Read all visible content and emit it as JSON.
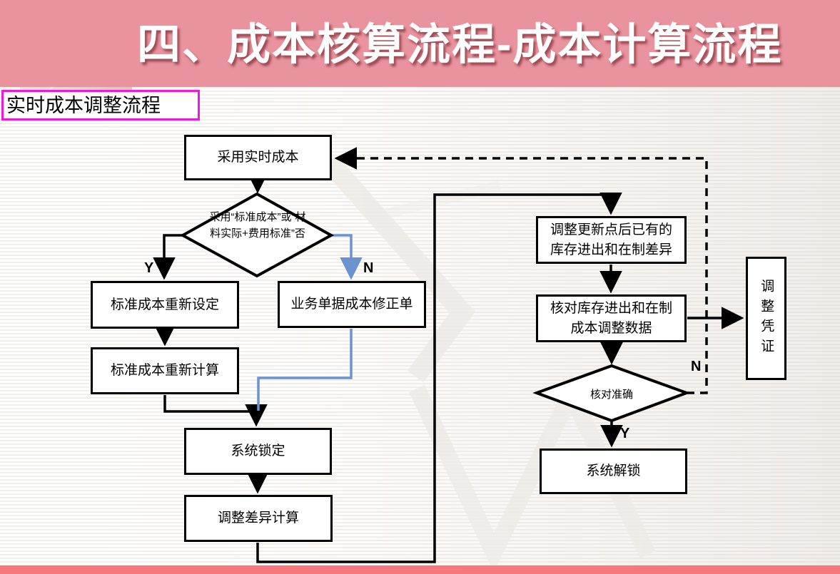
{
  "slide": {
    "title": "四、成本核算流程-成本计算流程",
    "section_label": "实时成本调整流程"
  },
  "flowchart": {
    "start": "采用实时成本",
    "decision_cost_type": "采用“标准成本”或“材料实际+费用标准”否",
    "std_cost_reset": "标准成本重新设定",
    "std_cost_recalc": "标准成本重新计算",
    "doc_cost_fix": "业务单据成本修正单",
    "system_lock": "系统锁定",
    "adjust_diff_calc": "调整差异计算",
    "adjust_updated_stock": "调整更新点后已有的库存进出和在制差异",
    "verify_stock_data": "核对库存进出和在制成本调整数据",
    "decision_verify": "核对准确",
    "system_unlock": "系统解锁",
    "adjust_voucher": "调整凭证",
    "labels": {
      "yes_left": "Y",
      "no_right": "N",
      "no_loop": "N",
      "yes_down": "Y"
    }
  },
  "colors": {
    "header_pink": "#e8939d",
    "accent_red": "#e2001a",
    "label_border_magenta": "#ea1bdc",
    "connector_blue": "#6b93cf",
    "footer_salmon": "#f5797c",
    "shape_stroke": "#000000"
  }
}
